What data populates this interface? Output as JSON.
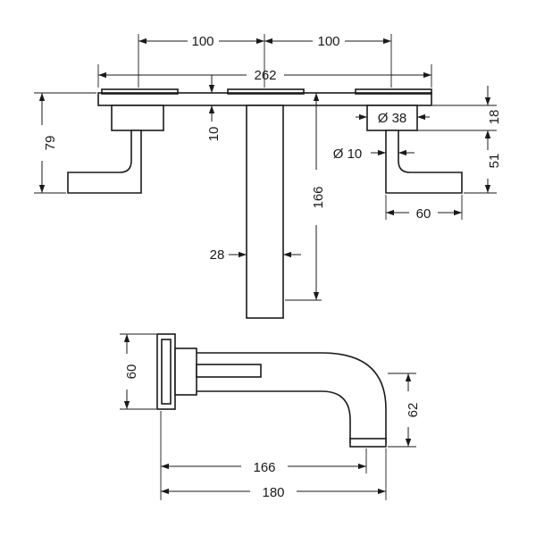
{
  "dimensions": {
    "spacing_left": "100",
    "spacing_right": "100",
    "overall_width": "262",
    "plate_height": "79",
    "plate_offset": "10",
    "rosette_diameter": "Ø 38",
    "rosette_depth": "18",
    "lever_diameter": "Ø 10",
    "lever_height": "51",
    "lever_length": "60",
    "spout_height": "166",
    "spout_width": "28",
    "side_height": "60",
    "spout_drop": "62",
    "projection_inner": "166",
    "projection_total": "180"
  }
}
